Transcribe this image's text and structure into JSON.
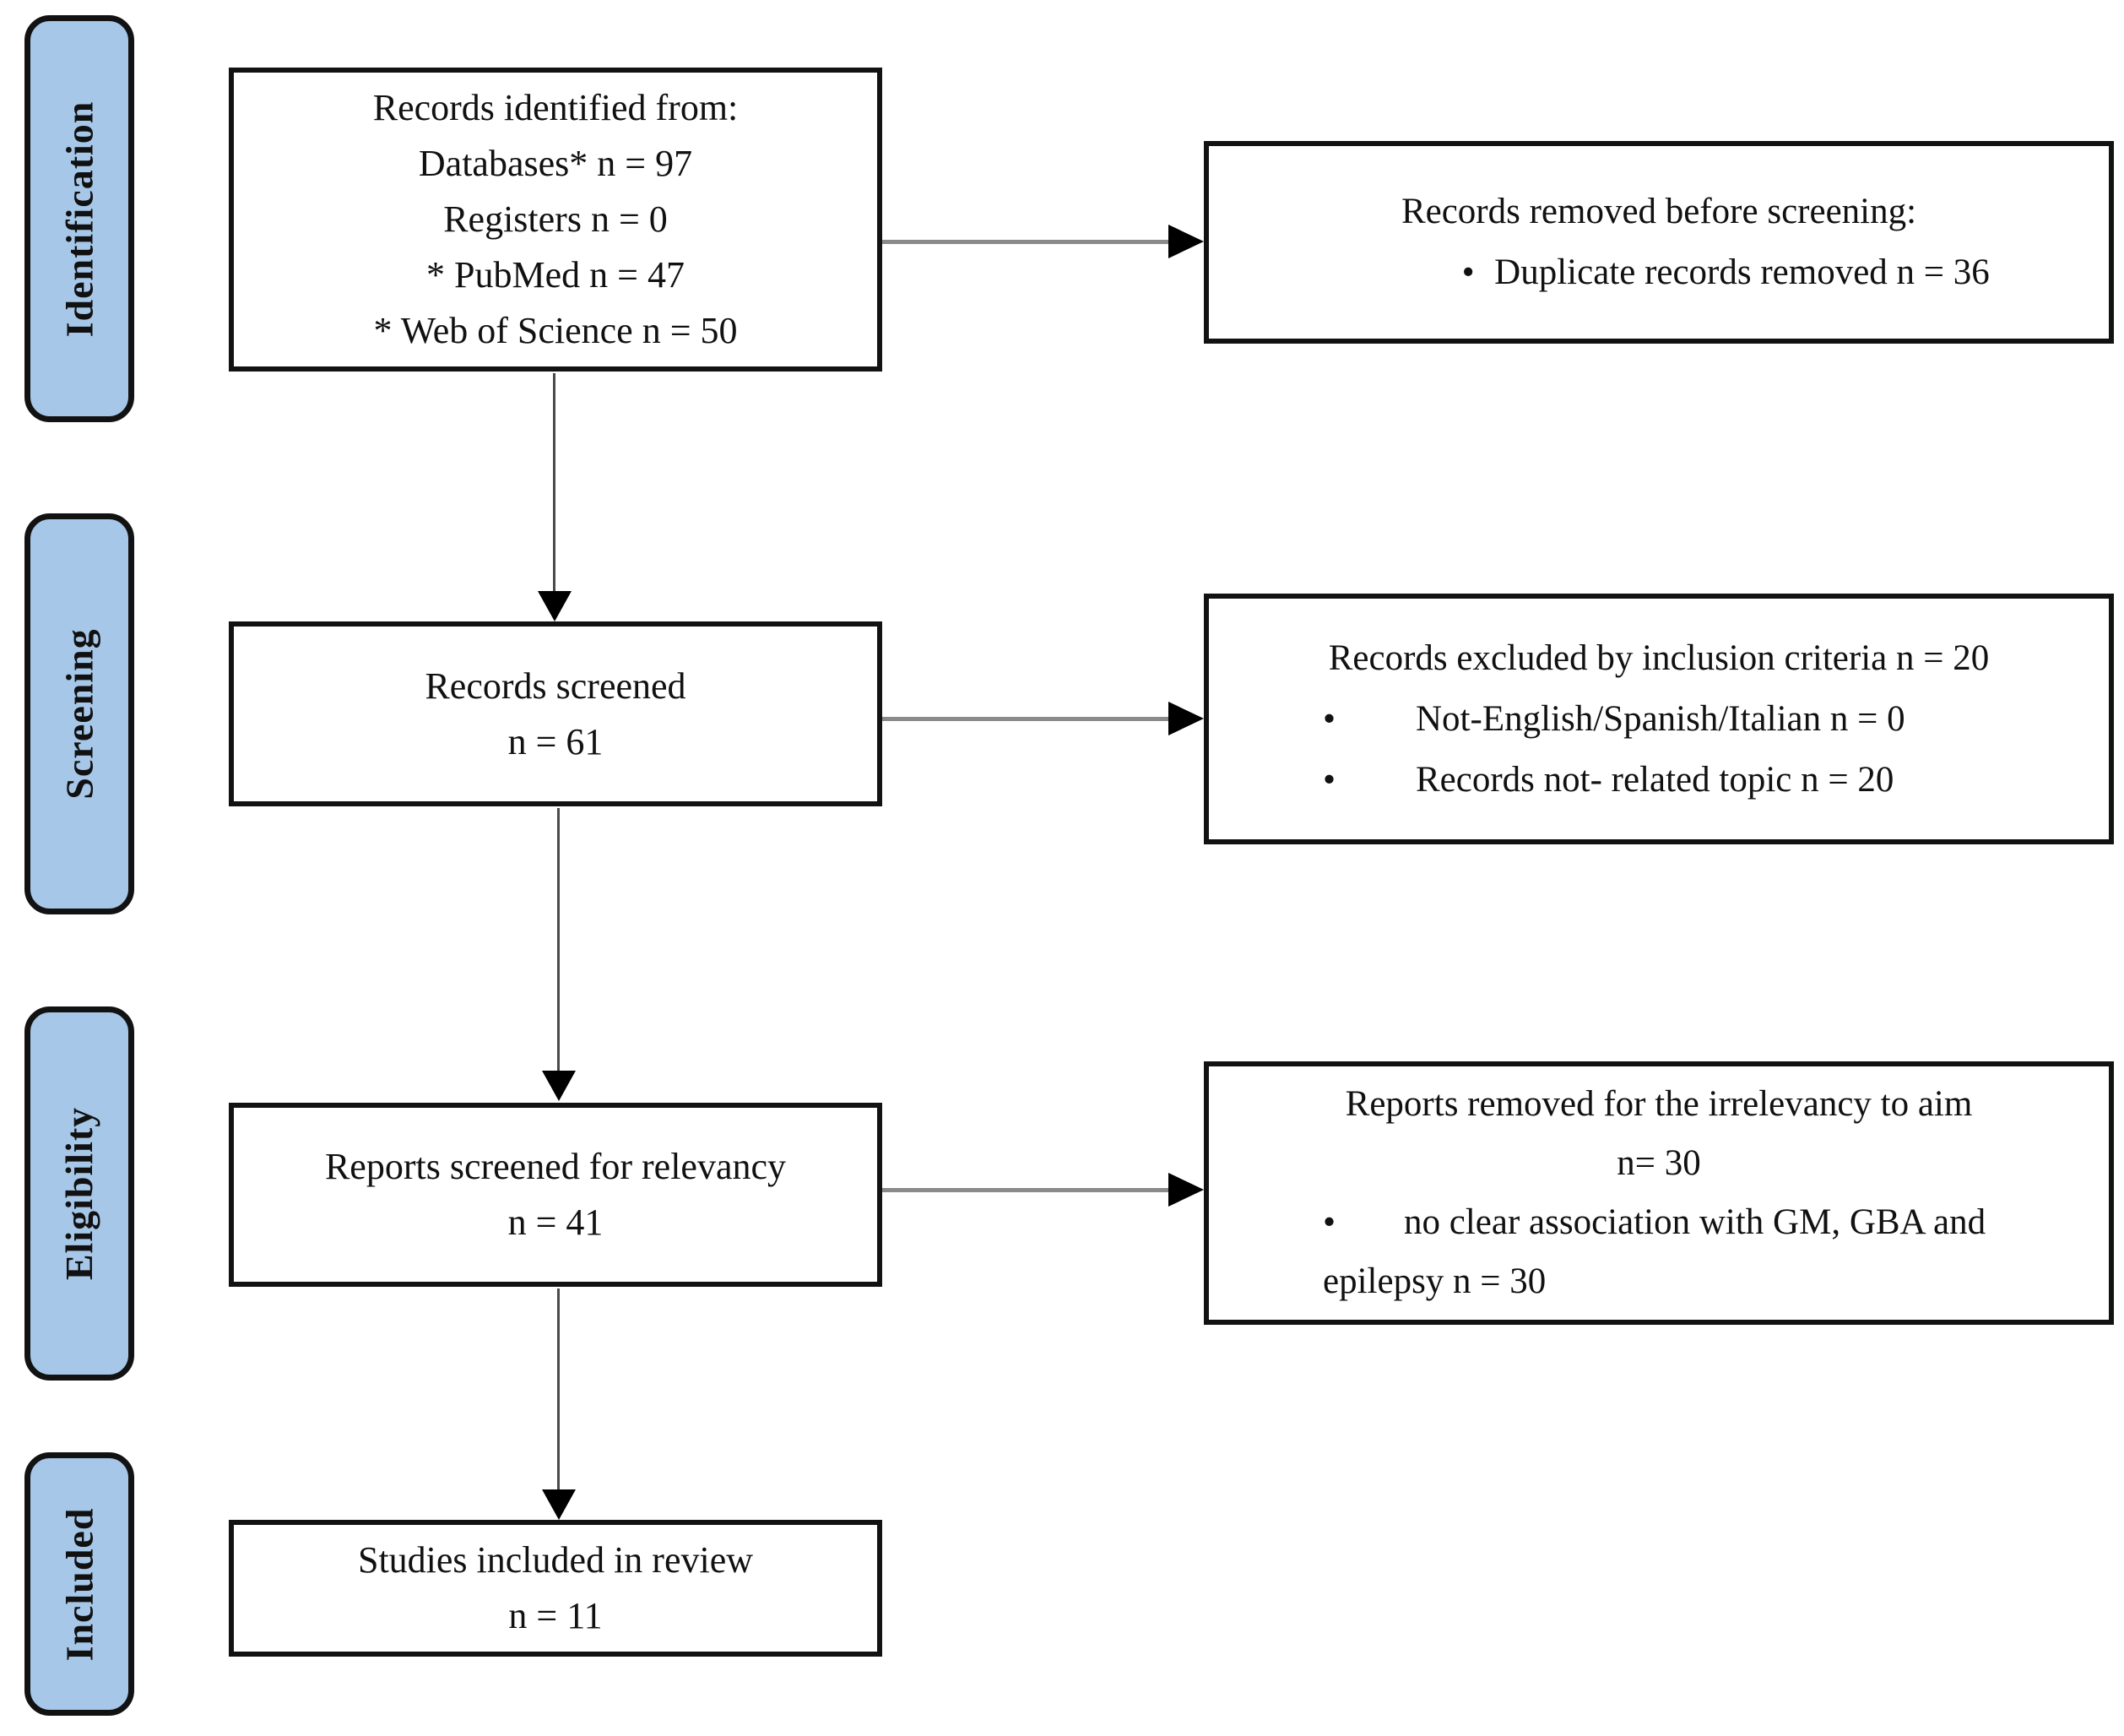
{
  "figure": {
    "type": "prisma-flow-diagram",
    "description": "Flow diagram of study identification, screening, eligibility and inclusion"
  },
  "colors": {
    "background": "#ffffff",
    "stage_fill": "#a6c7e8",
    "stage_border": "#121212",
    "box_fill": "#ffffff",
    "box_border": "#121212",
    "text": "#111111",
    "arrow_line_v": "#4a4a4a",
    "arrow_line_h": "#8a8a8a",
    "arrow_head": "#000000"
  },
  "glyphs": {
    "bullet": "•"
  },
  "stages": [
    {
      "label": "Identification"
    },
    {
      "label": "Screening"
    },
    {
      "label": "Eligibility"
    },
    {
      "label": "Included"
    }
  ],
  "boxes": {
    "identified": {
      "lines": [
        "Records identified from:",
        "Databases* n = 97",
        "Registers n = 0",
        "* PubMed n = 47",
        "* Web of Science n = 50"
      ]
    },
    "removed_before_screening": {
      "heading": "Records removed before screening:",
      "bullets": [
        "Duplicate records removed n = 36"
      ]
    },
    "records_screened": {
      "lines": [
        "Records screened",
        "n = 61"
      ]
    },
    "excluded": {
      "heading": "Records excluded by inclusion criteria n = 20",
      "bullets": [
        "Not-English/Spanish/Italian n = 0",
        "Records not- related topic n = 20"
      ]
    },
    "reports_screened": {
      "lines": [
        "Reports screened for relevancy",
        "n = 41"
      ]
    },
    "removed_irrelevancy": {
      "heading": "Reports removed for the irrelevancy to aim",
      "count_line": "n= 30",
      "bullets": [
        "no clear association with GM, GBA and epilepsy n = 30"
      ]
    },
    "included_in_review": {
      "lines": [
        "Studies included in review",
        "n = 11"
      ]
    }
  }
}
